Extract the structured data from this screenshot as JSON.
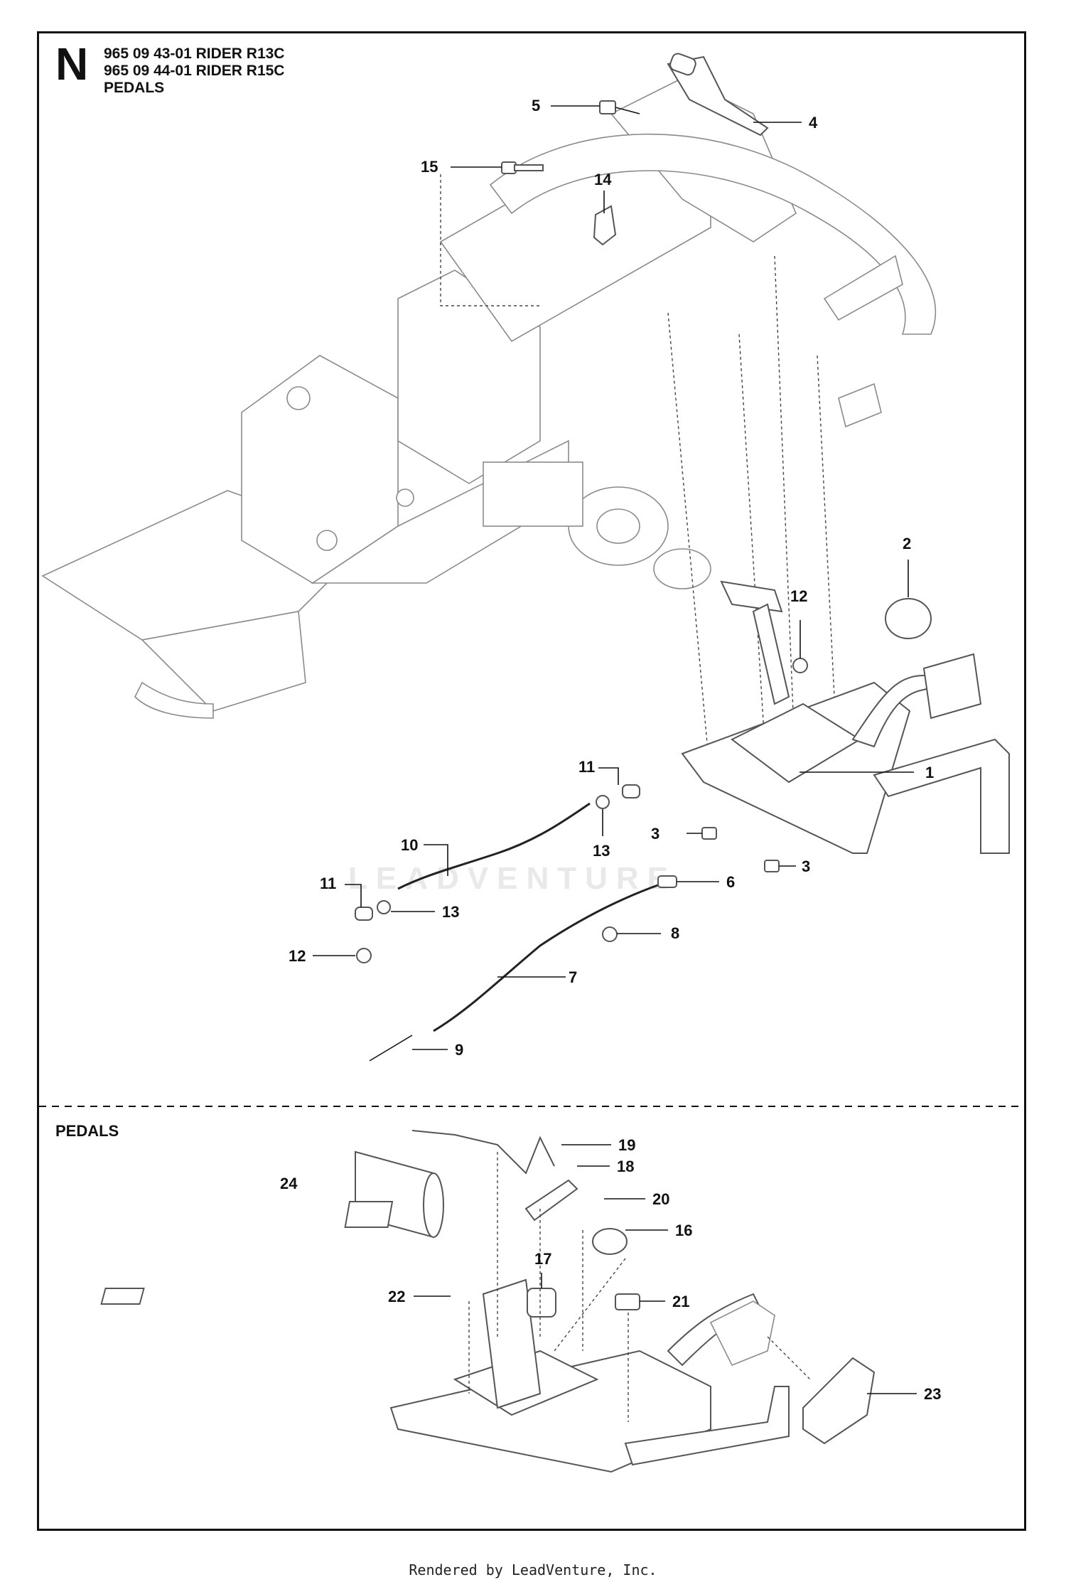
{
  "header": {
    "section_letter": "N",
    "line1": "965 09 43-01 RIDER R13C",
    "line2": "965 09 44-01 RIDER R15C",
    "line3": "PEDALS"
  },
  "subsection_title": "PEDALS",
  "watermark": "LEADVENTURE",
  "footer": "Rendered by LeadVenture, Inc.",
  "callouts": [
    "1",
    "2",
    "3",
    "3",
    "4",
    "5",
    "6",
    "7",
    "8",
    "9",
    "10",
    "11",
    "11",
    "12",
    "12",
    "13",
    "13",
    "14",
    "15",
    "16",
    "17",
    "18",
    "19",
    "20",
    "21",
    "22",
    "23",
    "24"
  ]
}
